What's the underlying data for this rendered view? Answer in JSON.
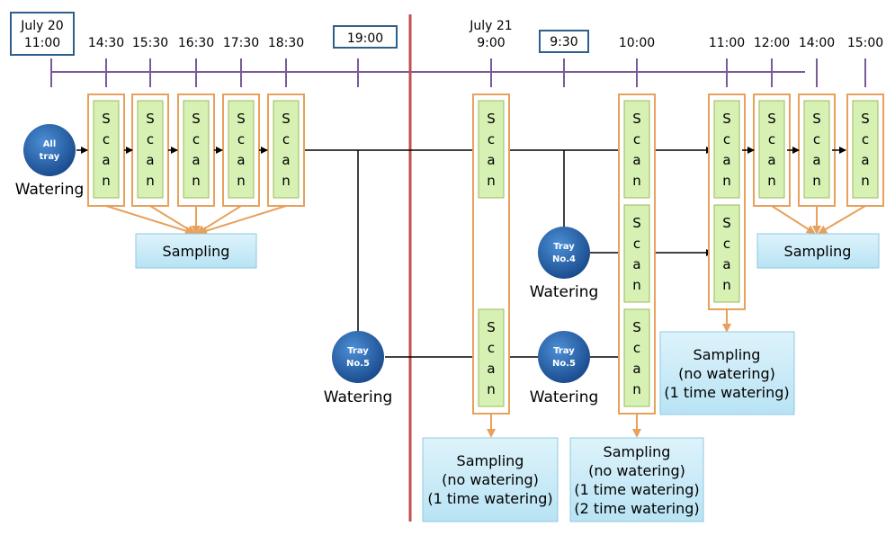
{
  "timeline": {
    "dates": {
      "july20": "July 20",
      "july21": "July 21"
    },
    "times": [
      "11:00",
      "14:30",
      "15:30",
      "16:30",
      "17:30",
      "18:30",
      "19:00",
      "9:00",
      "9:30",
      "10:00",
      "11:00",
      "12:00",
      "14:00",
      "15:00"
    ]
  },
  "scan_label": "Scan",
  "trays": {
    "all": [
      "All",
      "tray"
    ],
    "no4": [
      "Tray",
      "No.4"
    ],
    "no5": [
      "Tray",
      "No.5"
    ]
  },
  "watering_label": "Watering",
  "sampling": {
    "first_day": "Sampling",
    "right_top": "Sampling",
    "right_mid": [
      "Sampling",
      "(no watering)",
      "(1 time watering)"
    ],
    "july21_9": [
      "Sampling",
      "(no watering)",
      "(1 time watering)"
    ],
    "july21_10": [
      "Sampling",
      "(no watering)",
      "(1 time watering)",
      "(2 time watering)"
    ]
  },
  "colors": {
    "timeline": "#7a5a9a",
    "divider": "#c0504d",
    "scan_fill": "#d7f0b4",
    "scan_inner_border": "#9bbb59",
    "scan_outer_border": "#e7a15a",
    "sampling_fill": "#c9ecf7",
    "sampling_border": "#8fc9e0",
    "circle": "#1f5ea8",
    "arrow_orange": "#e8a05a",
    "box_border": "#2e5f8a"
  }
}
